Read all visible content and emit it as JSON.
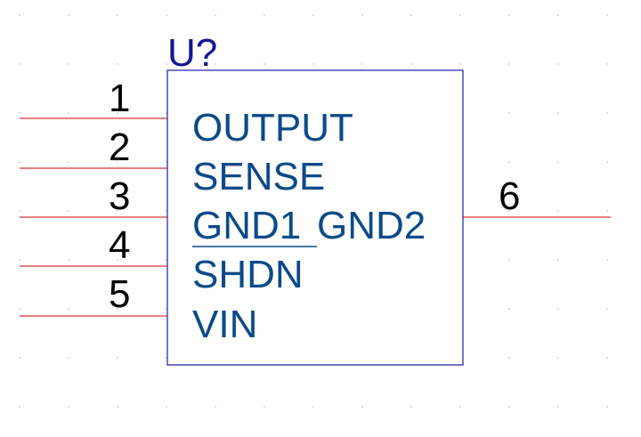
{
  "component": {
    "designator": "U?",
    "pins_left": [
      {
        "number": "1",
        "name": "OUTPUT"
      },
      {
        "number": "2",
        "name": "SENSE"
      },
      {
        "number": "3",
        "name": "GND1"
      },
      {
        "number": "4",
        "name": "SHDN"
      },
      {
        "number": "5",
        "name": "VIN"
      }
    ],
    "pins_right": [
      {
        "number": "6",
        "name": "GND2"
      }
    ]
  },
  "colors": {
    "pin_line": "#cc0000",
    "body_outline": "#1a1aa6",
    "pin_name": "#0b4a8a",
    "pin_number": "#000000",
    "designator": "#141496"
  }
}
